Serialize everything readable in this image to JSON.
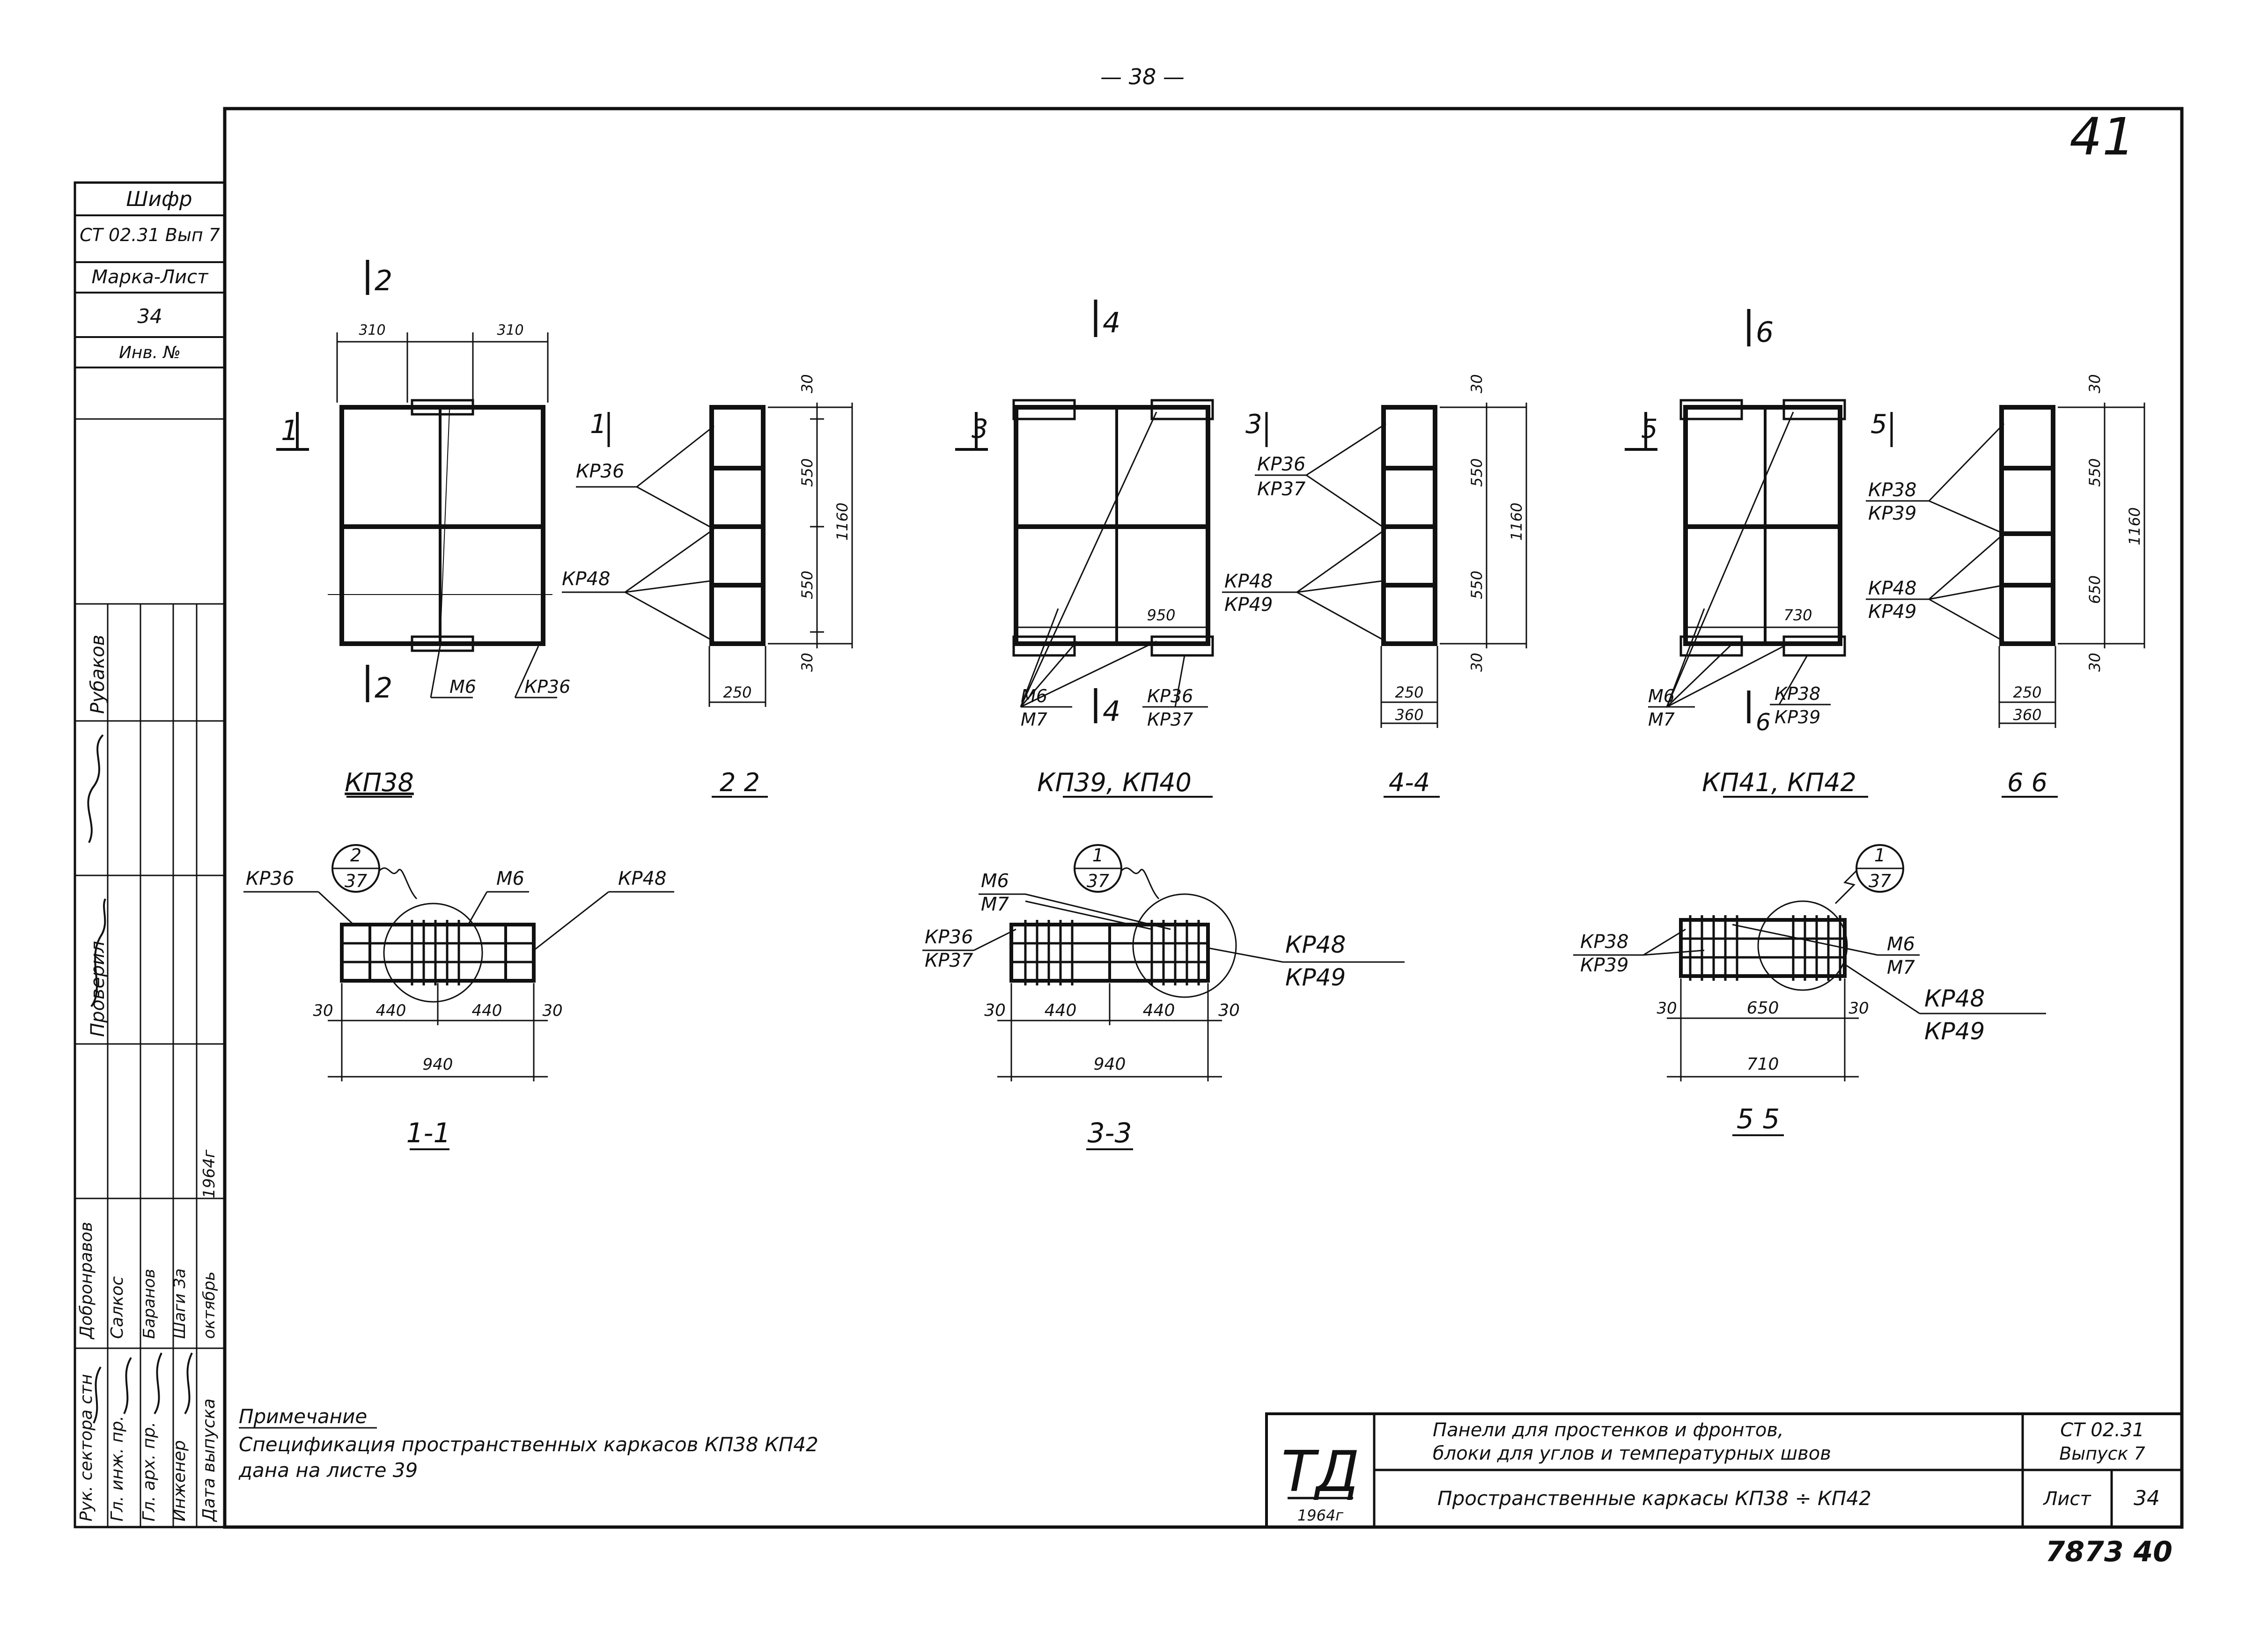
{
  "page_number": "— 38 —",
  "corner_number": "41",
  "side_stamp": {
    "code_label": "Шифр",
    "code_value": "СТ 02.31 Вып 7",
    "mark_sheet_label": "Марка-Лист",
    "mark_sheet_value": "34",
    "inv_label": "Инв. №"
  },
  "signature_roles": [
    "Рук. сектора стн",
    "Гл. инж. пр.",
    "Гл. арх. пр.",
    "Инженер",
    "Дата выпуска"
  ],
  "signature_names": [
    "Добронравов",
    "Салкос",
    "Баранов",
    "Шаги За",
    "1964г"
  ],
  "signature_extra": [
    "Рубаков",
    "Проверил"
  ],
  "release_month": "октябрь",
  "views": {
    "kp38": {
      "title": "КП38",
      "dims_top": [
        "310",
        "310"
      ],
      "section": "1",
      "section_top": "2",
      "labels": [
        "КР36",
        "КР48",
        "М6",
        "КР36"
      ]
    },
    "s22": {
      "title": "2 2",
      "dims": [
        "30",
        "550",
        "550",
        "30",
        "1160",
        "250"
      ]
    },
    "kp39": {
      "title": "КП39, КП40",
      "section": "3",
      "section_top": "4",
      "dim_mid": "950",
      "labels": [
        "КР36",
        "КР37",
        "КР48",
        "КР49",
        "М6",
        "М7",
        "КР36",
        "КР37"
      ]
    },
    "s44": {
      "title": "4-4",
      "dims": [
        "30",
        "550",
        "550",
        "30",
        "1160",
        "250",
        "360"
      ]
    },
    "kp41": {
      "title": "КП41, КП42",
      "section": "5",
      "section_top": "6",
      "dim_mid": "730",
      "labels": [
        "КР38",
        "КР39",
        "КР48",
        "КР49",
        "М6",
        "М7",
        "КР38",
        "КР39"
      ]
    },
    "s66": {
      "title": "6 6",
      "dims": [
        "30",
        "550",
        "650",
        "30",
        "1160",
        "250",
        "360"
      ]
    },
    "s11": {
      "title": "1-1",
      "callout_top": "2",
      "callout_bottom": "37",
      "dims": [
        "30",
        "440",
        "440",
        "30",
        "940"
      ],
      "labels": [
        "КР36",
        "М6",
        "КР48"
      ]
    },
    "s33": {
      "title": "3-3",
      "callout_top": "1",
      "callout_bottom": "37",
      "dims": [
        "30",
        "440",
        "440",
        "30",
        "940"
      ],
      "labels": [
        "М6",
        "М7",
        "КР36",
        "КР37",
        "КР48",
        "КР49"
      ]
    },
    "s55": {
      "title": "5 5",
      "callout_top": "1",
      "callout_bottom": "37",
      "dims": [
        "30",
        "650",
        "30",
        "710"
      ],
      "labels": [
        "КР38",
        "КР39",
        "М6",
        "М7",
        "КР48",
        "КР49"
      ]
    }
  },
  "note": {
    "title": "Примечание",
    "line1": "Спецификация пространственных каркасов КП38 КП42",
    "line2": "дана на листе 39"
  },
  "title_block": {
    "logo": "ТД",
    "year": "1964г",
    "description_line1": "Панели для простенков и фронтов,",
    "description_line2": "блоки для углов и температурных швов",
    "subtitle": "Пространственные каркасы КП38 ÷ КП42",
    "series": "СТ 02.31",
    "issue": "Выпуск 7",
    "sheet_label": "Лист",
    "sheet_number": "34"
  },
  "archive_number": "7873 40"
}
